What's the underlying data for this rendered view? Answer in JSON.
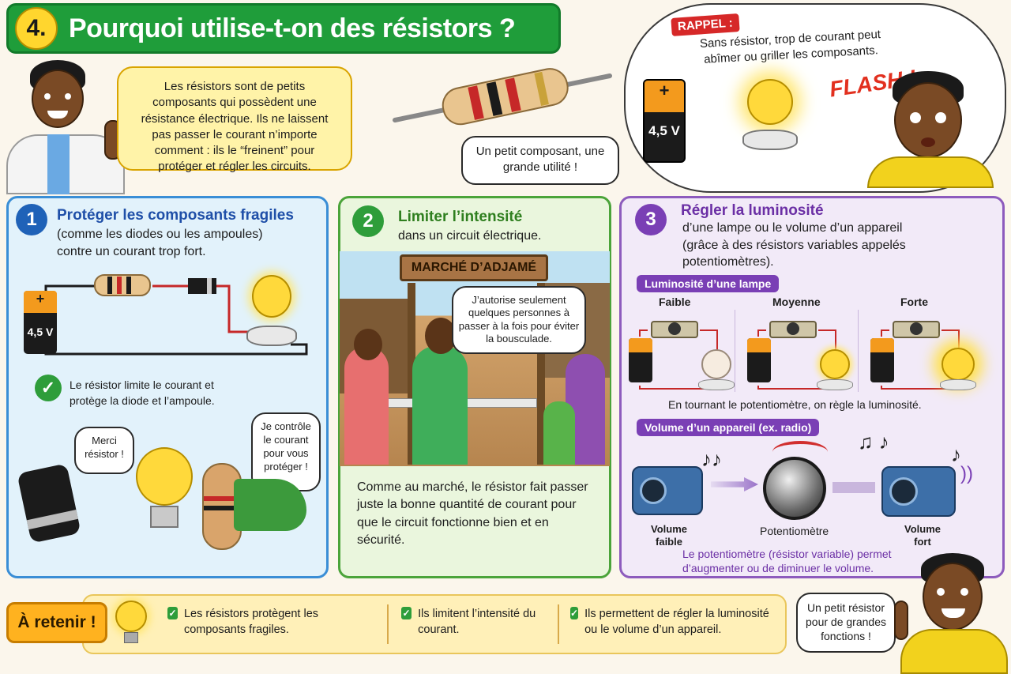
{
  "title": {
    "number": "4.",
    "text": "Pourquoi utilise-t-on des résistors ?"
  },
  "intro": {
    "text": "Les résistors sont de petits composants qui possèdent une résistance électrique. Ils ne laissent pas passer le courant n’importe comment : ils le “freinent” pour protéger et régler les circuits."
  },
  "resistor_bubble": "Un petit composant, une grande utilité !",
  "rappel": {
    "label": "RAPPEL :",
    "text": "Sans résistor, trop de courant peut abîmer ou griller les composants.",
    "battery": "4,5 V",
    "flash": "FLASH !"
  },
  "panel1": {
    "number": "1",
    "title": "Protéger les composants fragiles",
    "subtitle": "(comme les diodes ou les ampoules) contre un courant trop fort.",
    "battery": "4,5 V",
    "note": "Le résistor limite le courant et protège la diode et l’ampoule.",
    "bubble_left": "Merci résistor !",
    "bubble_right": "Je contrôle le courant pour vous protéger !"
  },
  "panel2": {
    "number": "2",
    "title": "Limiter l’intensité",
    "subtitle": "dans un circuit électrique.",
    "sign": "MARCHÉ D’ADJAMÉ",
    "bubble": "J’autorise seulement quelques personnes à passer à la fois pour éviter la bousculade.",
    "caption": "Comme au marché, le résistor fait passer juste la bonne quantité de courant pour que le circuit fonctionne bien et en sécurité."
  },
  "panel3": {
    "number": "3",
    "title": "Régler la luminosité",
    "subtitle": "d’une lampe ou le volume d’un appareil (grâce à des résistors variables appelés potentiomètres).",
    "lamp_tag": "Luminosité d’une lampe",
    "levels": [
      "Faible",
      "Moyenne",
      "Forte"
    ],
    "lamp_caption": "En tournant le potentiomètre, on règle la luminosité.",
    "volume_tag": "Volume d’un appareil (ex. radio)",
    "vol_low": "Volume faible",
    "pot_label": "Potentiomètre",
    "vol_high": "Volume fort",
    "vol_caption": "Le potentiomètre (résistor variable) permet d’augmenter ou de diminuer le volume."
  },
  "retenir": {
    "label": "À retenir !",
    "items": [
      "Les résistors protègent les composants fragiles.",
      "Ils limitent l’intensité du courant.",
      "Ils permettent de régler la luminosité ou le volume d’un appareil."
    ]
  },
  "boy_bubble": "Un petit résistor pour de grandes fonctions !",
  "colors": {
    "green": "#1f9d3a",
    "blue": "#3a8ed6",
    "purple": "#8d5bbd",
    "yellow": "#ffd62e"
  }
}
